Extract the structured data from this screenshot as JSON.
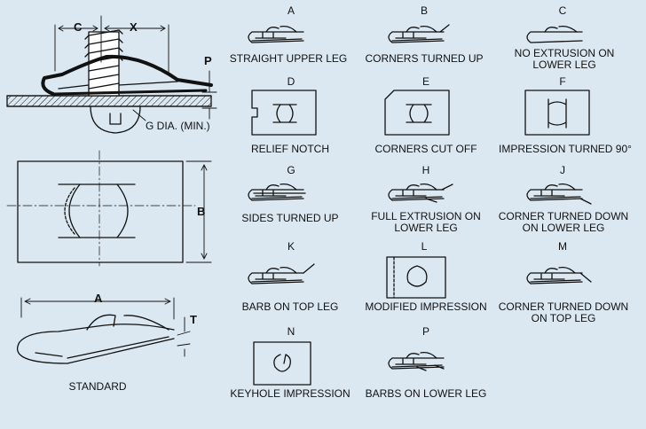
{
  "colors": {
    "background": "#dbe8f1",
    "ink": "#111111",
    "steel": "#8f9499"
  },
  "dimensions": {
    "C": "C",
    "X": "X",
    "P": "P",
    "G": "G DIA. (MIN.)",
    "B": "B",
    "A": "A",
    "T": "T"
  },
  "standard_label": "STANDARD",
  "variants": [
    {
      "letter": "A",
      "label": "STRAIGHT UPPER LEG"
    },
    {
      "letter": "B",
      "label": "CORNERS TURNED UP"
    },
    {
      "letter": "C",
      "label": "NO EXTRUSION ON\nLOWER LEG"
    },
    {
      "letter": "D",
      "label": "RELIEF NOTCH"
    },
    {
      "letter": "E",
      "label": "CORNERS CUT OFF"
    },
    {
      "letter": "F",
      "label": "IMPRESSION TURNED 90°"
    },
    {
      "letter": "G",
      "label": "SIDES TURNED UP"
    },
    {
      "letter": "H",
      "label": "FULL EXTRUSION ON\nLOWER LEG"
    },
    {
      "letter": "J",
      "label": "CORNER TURNED DOWN\nON LOWER LEG"
    },
    {
      "letter": "K",
      "label": "BARB ON TOP LEG"
    },
    {
      "letter": "L",
      "label": "MODIFIED IMPRESSION"
    },
    {
      "letter": "M",
      "label": "CORNER TURNED DOWN\nON TOP LEG"
    },
    {
      "letter": "N",
      "label": "KEYHOLE IMPRESSION"
    },
    {
      "letter": "P",
      "label": "BARBS ON LOWER LEG"
    }
  ]
}
